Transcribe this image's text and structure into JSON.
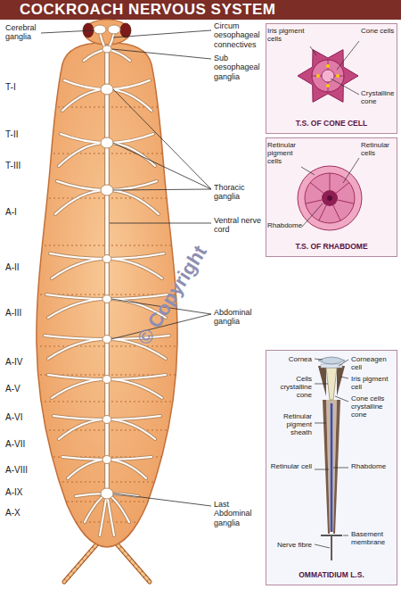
{
  "diagram": {
    "title": "COCKROACH NERVOUS SYSTEM",
    "nodes": [
      {
        "text": [
          "T.S. OF CONE CELL"
        ]
      },
      {
        "text": [
          "T.S. OF RHABDOME"
        ]
      },
      {
        "text": [
          "OMMATIDIUM L.S."
        ]
      }
    ],
    "labels": [
      "Cerebral ganglia",
      "Circum oesophageal connectives",
      "Sub oesophageal ganglia",
      "Thoracic ganglia",
      "Ventral nerve cord",
      "Abdominal ganglia",
      "Last Abdominal ganglia",
      "T-I",
      "T-II",
      "T-III",
      "A-I",
      "A-II",
      "A-III",
      "A-IV",
      "A-V",
      "A-VI",
      "A-VII",
      "A-VIII",
      "A-IX",
      "A-X",
      "Iris pigment cells",
      "Cone cells",
      "Crystalline cone",
      "Retinular pigment cells",
      "Retinular cells",
      "Rhabdome",
      "Cornea",
      "Corneagen cell",
      "Iris pigment cell",
      "Cells crystalline cone",
      "Cone cells crystalline cone",
      "Retinular pigment sheath",
      "Rhabdome",
      "Retinular cell",
      "Nerve fibre",
      "Basement membrane",
      "© Copyright"
    ]
  }
}
